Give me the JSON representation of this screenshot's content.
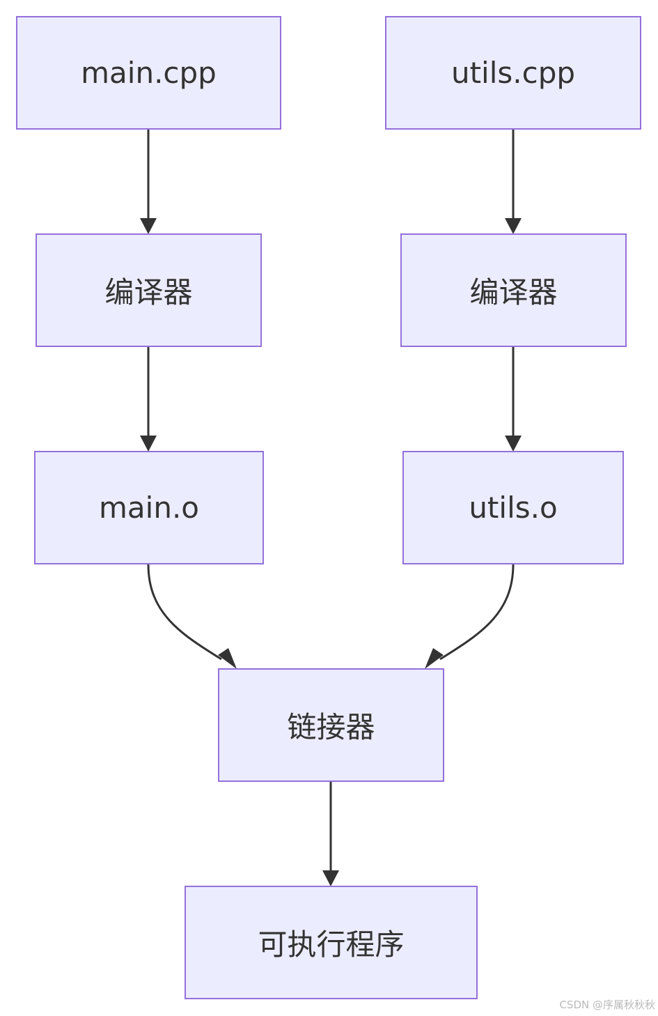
{
  "flowchart": {
    "nodes": {
      "main_cpp": "main.cpp",
      "utils_cpp": "utils.cpp",
      "compiler_left": "编译器",
      "compiler_right": "编译器",
      "main_o": "main.o",
      "utils_o": "utils.o",
      "linker": "链接器",
      "executable": "可执行程序"
    },
    "edges": [
      [
        "main_cpp",
        "compiler_left"
      ],
      [
        "utils_cpp",
        "compiler_right"
      ],
      [
        "compiler_left",
        "main_o"
      ],
      [
        "compiler_right",
        "utils_o"
      ],
      [
        "main_o",
        "linker"
      ],
      [
        "utils_o",
        "linker"
      ],
      [
        "linker",
        "executable"
      ]
    ],
    "colors": {
      "node_fill": "#ececff",
      "node_border": "#9370db",
      "edge": "#333333",
      "text": "#333333"
    }
  },
  "watermark": "CSDN @序属秋秋秋"
}
